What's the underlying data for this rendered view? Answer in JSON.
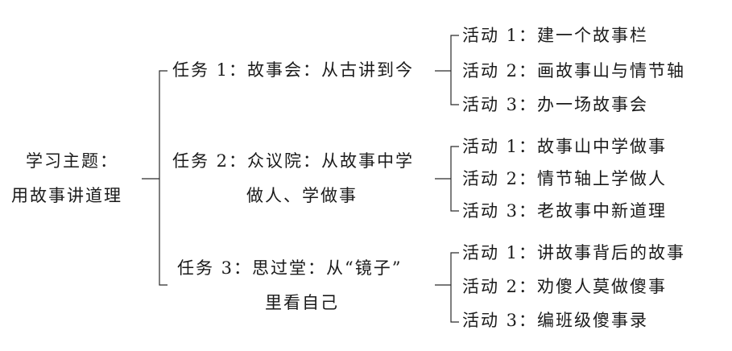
{
  "root": {
    "line1": "学习主题：",
    "line2": "用故事讲道理"
  },
  "tasks": [
    {
      "line1": "任务 1：故事会：从古讲到今",
      "line2": "",
      "activities": [
        "活动 1：建一个故事栏",
        "活动 2：画故事山与情节轴",
        "活动 3：办一场故事会"
      ]
    },
    {
      "line1": "任务 2：众议院：从故事中学",
      "line2": "做人、学做事",
      "activities": [
        "活动 1：故事山中学做事",
        "活动 2：情节轴上学做人",
        "活动 3：老故事中新道理"
      ]
    },
    {
      "line1": "任务 3：思过堂：从“镜子”",
      "line2": "里看自己",
      "activities": [
        "活动 1：讲故事背后的故事",
        "活动 2：劝傻人莫做傻事",
        "活动 3：编班级傻事录"
      ]
    }
  ]
}
